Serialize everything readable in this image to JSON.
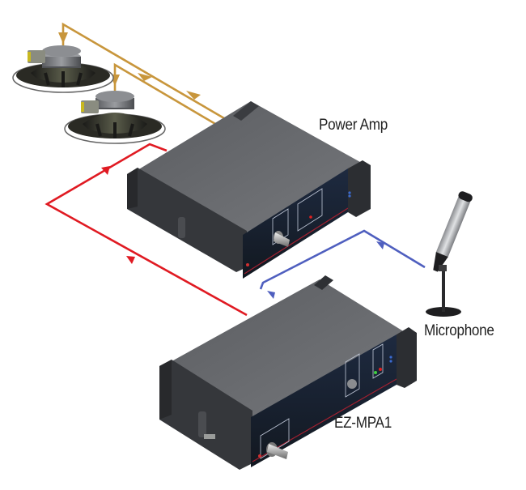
{
  "diagram": {
    "title": "Microphone preamplifier to power amp wiring",
    "labels": {
      "power_amp": "Power Amp",
      "microphone": "Microphone",
      "preamp": "EZ-MPA1"
    },
    "devices": [
      {
        "id": "speaker-1",
        "type": "loudspeaker"
      },
      {
        "id": "speaker-2",
        "type": "loudspeaker"
      },
      {
        "id": "power-amp",
        "type": "amplifier",
        "label": "Power Amp"
      },
      {
        "id": "preamp",
        "type": "microphone-preamplifier",
        "label": "EZ-MPA1"
      },
      {
        "id": "microphone",
        "type": "microphone",
        "label": "Microphone"
      }
    ],
    "connections": [
      {
        "from": "microphone",
        "to": "preamp",
        "color": "#4f5fbf",
        "name": "mic-signal"
      },
      {
        "from": "preamp",
        "to": "power-amp",
        "color": "#e01a22",
        "name": "line-signal"
      },
      {
        "from": "power-amp",
        "to": "speaker-1",
        "color": "#c8963c",
        "name": "speaker-wire-1"
      },
      {
        "from": "power-amp",
        "to": "speaker-2",
        "color": "#c8963c",
        "name": "speaker-wire-2"
      }
    ],
    "colors": {
      "mic_line": "#4f5fbf",
      "line_signal": "#e01a22",
      "speaker_wire": "#c8963c",
      "chassis_top": "#6a6c70",
      "chassis_dark": "#2e3034",
      "panel_blue": "#1c3050"
    }
  }
}
